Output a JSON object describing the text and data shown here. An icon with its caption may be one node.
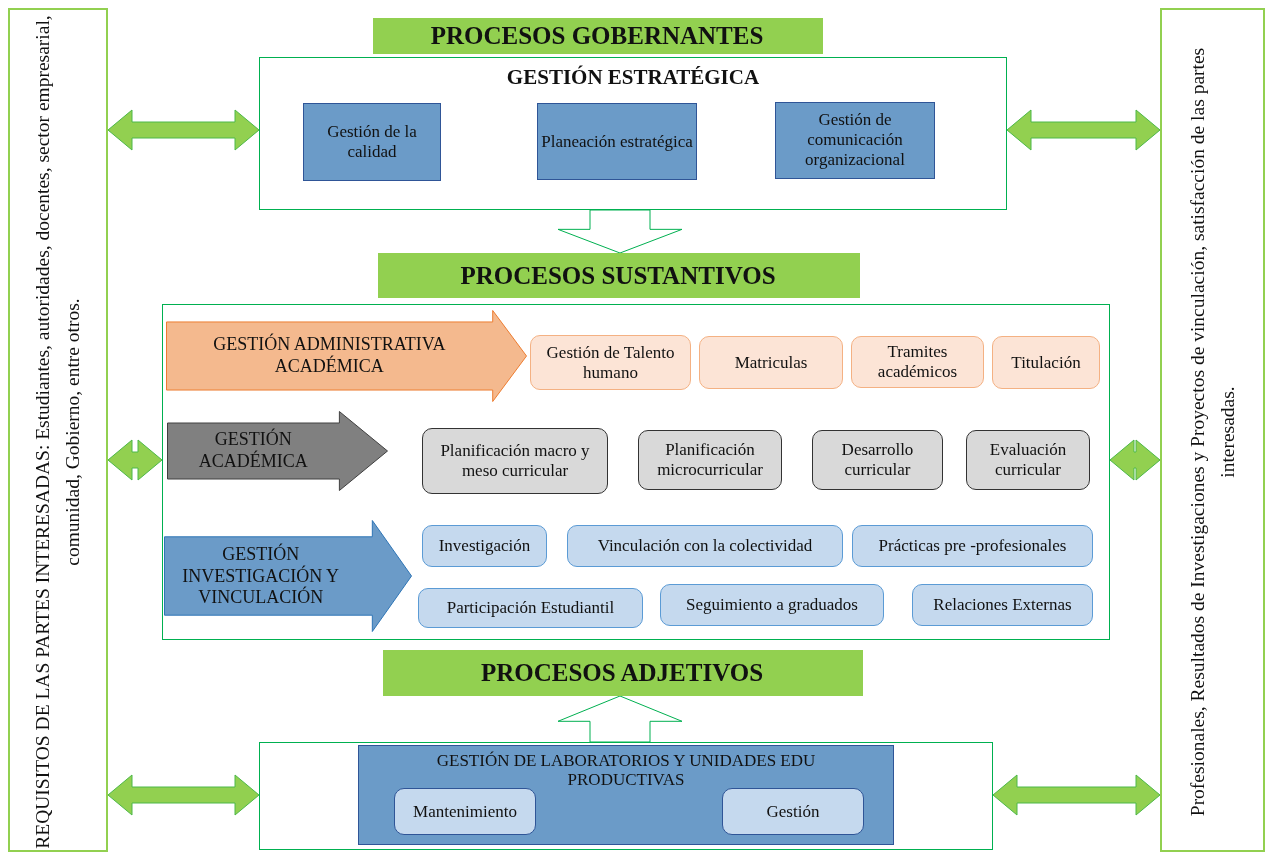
{
  "diagram": {
    "nodes": [
      {
        "text": [
          "REQUISITOS DE LAS PARTES INTERESADAS: Estudiantes, autoridades, docentes, sector empresarial, comunidad, Gobierno, entre otros."
        ]
      },
      {
        "text": [
          "Profesionales, Resultados de Investigaciones y Proyectos de vinculación, satisfacción de las partes interesadas."
        ]
      },
      {
        "text": [
          "PROCESOS GOBERNANTES"
        ]
      },
      {
        "text": [
          "GESTIÓN ESTRATÉGICA"
        ]
      },
      {
        "text": [
          "Gestión de la calidad"
        ],
        "in": 3
      },
      {
        "text": [
          "Planeación estratégica"
        ],
        "in": 3
      },
      {
        "text": [
          "Gestión de comunicación organizacional"
        ],
        "in": 3
      },
      {
        "text": [
          "PROCESOS SUSTANTIVOS"
        ]
      },
      {
        "text": [],
        "shape": "box"
      },
      {
        "text": [
          "GESTIÓN ADMINISTRATIVA ACADÉMICA"
        ],
        "in": 8
      },
      {
        "text": [
          "Gestión de Talento humano"
        ],
        "in": 8
      },
      {
        "text": [
          "Matriculas"
        ],
        "in": 8
      },
      {
        "text": [
          "Tramites académicos"
        ],
        "in": 8
      },
      {
        "text": [
          "Titulación"
        ],
        "in": 8
      },
      {
        "text": [
          "GESTIÓN ACADÉMICA"
        ],
        "in": 8
      },
      {
        "text": [
          "Planificación macro y meso curricular"
        ],
        "in": 8
      },
      {
        "text": [
          "Planificación microcurricular"
        ],
        "in": 8
      },
      {
        "text": [
          "Desarrollo curricular"
        ],
        "in": 8
      },
      {
        "text": [
          "Evaluación curricular"
        ],
        "in": 8
      },
      {
        "text": [
          "GESTIÓN INVESTIGACIÓN Y VINCULACIÓN"
        ],
        "in": 8
      },
      {
        "text": [
          "Investigación"
        ],
        "in": 8
      },
      {
        "text": [
          "Vinculación con la colectividad"
        ],
        "in": 8
      },
      {
        "text": [
          "Prácticas pre -profesionales"
        ],
        "in": 8
      },
      {
        "text": [
          "Participación Estudiantil"
        ],
        "in": 8
      },
      {
        "text": [
          "Seguimiento a graduados"
        ],
        "in": 8
      },
      {
        "text": [
          "Relaciones Externas"
        ],
        "in": 8
      },
      {
        "text": [
          "PROCESOS ADJETIVOS"
        ]
      },
      {
        "text": [],
        "shape": "box"
      },
      {
        "text": [
          "GESTIÓN DE LABORATORIOS Y UNIDADES EDU PRODUCTIVAS"
        ],
        "in": 27
      },
      {
        "text": [
          "Mantenimiento"
        ],
        "in": 28
      },
      {
        "text": [
          "Gestión"
        ],
        "in": 28
      }
    ],
    "edges": [
      {
        "from": 0,
        "to": 3,
        "arrow": "both",
        "style": "thick"
      },
      {
        "from": 3,
        "to": 1,
        "arrow": "both",
        "style": "thick"
      },
      {
        "from": 3,
        "to": 7,
        "arrow": "to"
      },
      {
        "from": 0,
        "to": 8,
        "arrow": "both",
        "style": "thick"
      },
      {
        "from": 8,
        "to": 1,
        "arrow": "both",
        "style": "thick"
      },
      {
        "from": 27,
        "to": 26,
        "arrow": "to"
      },
      {
        "from": 0,
        "to": 27,
        "arrow": "both",
        "style": "thick"
      },
      {
        "from": 27,
        "to": 1,
        "arrow": "both",
        "style": "thick"
      }
    ]
  }
}
